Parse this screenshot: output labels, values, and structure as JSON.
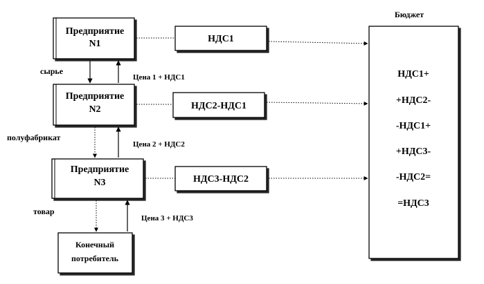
{
  "enterprises": [
    {
      "line1": "Предприятие",
      "line2": "N1"
    },
    {
      "line1": "Предприятие",
      "line2": "N2"
    },
    {
      "line1": "Предприятие",
      "line2": "N3"
    }
  ],
  "consumer": {
    "line1": "Конечный",
    "line2": "потребитель"
  },
  "vat_boxes": [
    "НДС1",
    "НДС2-НДС1",
    "НДС3-НДС2"
  ],
  "flow_labels": {
    "raw": "сырье",
    "semi": "полуфабрикат",
    "goods": "товар"
  },
  "price_labels": [
    "Цена 1 + НДС1",
    "Цена 2 + НДС2",
    "Цена 3 + НДС3"
  ],
  "budget": {
    "title": "Бюджет",
    "lines": [
      "НДС1+",
      "+НДС2-",
      "-НДС1+",
      "+НДС3-",
      "-НДС2=",
      "=НДС3"
    ]
  }
}
